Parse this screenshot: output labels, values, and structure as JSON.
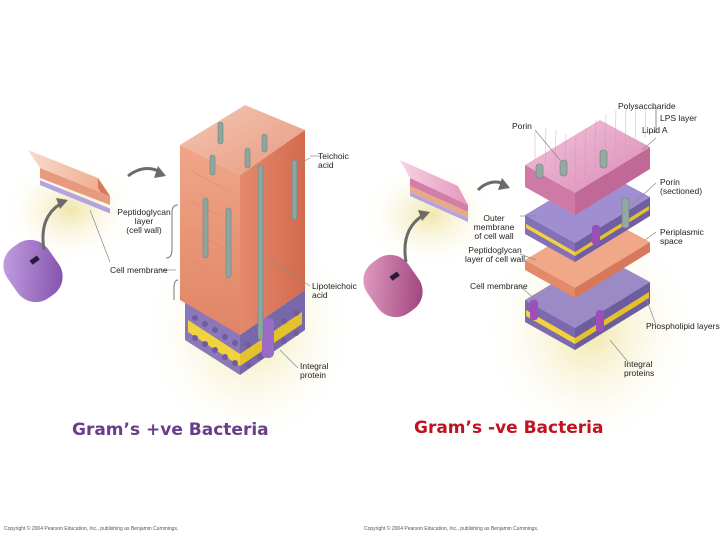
{
  "gram_positive": {
    "caption": "Gram’s +ve Bacteria",
    "caption_color": "#6a3d8c",
    "labels": {
      "teichoic": "Teichoic acid",
      "peptido_l1": "Peptidoglycan",
      "peptido_l2": "layer",
      "peptido_l3": "(cell wall)",
      "membrane": "Cell membrane",
      "lipo_l1": "Lipoteichoic",
      "lipo_l2": "acid",
      "integral_l1": "Integral",
      "integral_l2": "protein"
    },
    "copyright": "Copyright © 2004 Pearson Education, Inc., publishing as Benjamin Cummings."
  },
  "gram_negative": {
    "caption": "Gram’s -ve Bacteria",
    "caption_color": "#c0121f",
    "labels": {
      "porin": "Porin",
      "polysaccharide": "Polysaccharide",
      "lipid_a": "Lipid A",
      "lps": "LPS layer",
      "porin_sec_l1": "Porin",
      "porin_sec_l2": "(sectioned)",
      "outer_l1": "Outer",
      "outer_l2": "membrane",
      "outer_l3": "of cell wall",
      "peptido_l1": "Peptidoglycan",
      "peptido_l2": "layer of cell wall",
      "periplasmic": "Periplasmic space",
      "membrane": "Cell membrane",
      "phospholipid": "Phospholipid layers",
      "integral_l1": "Integral",
      "integral_l2": "proteins"
    },
    "copyright": "Copyright © 2004 Pearson Education, Inc., publishing as Benjamin Cummings."
  }
}
